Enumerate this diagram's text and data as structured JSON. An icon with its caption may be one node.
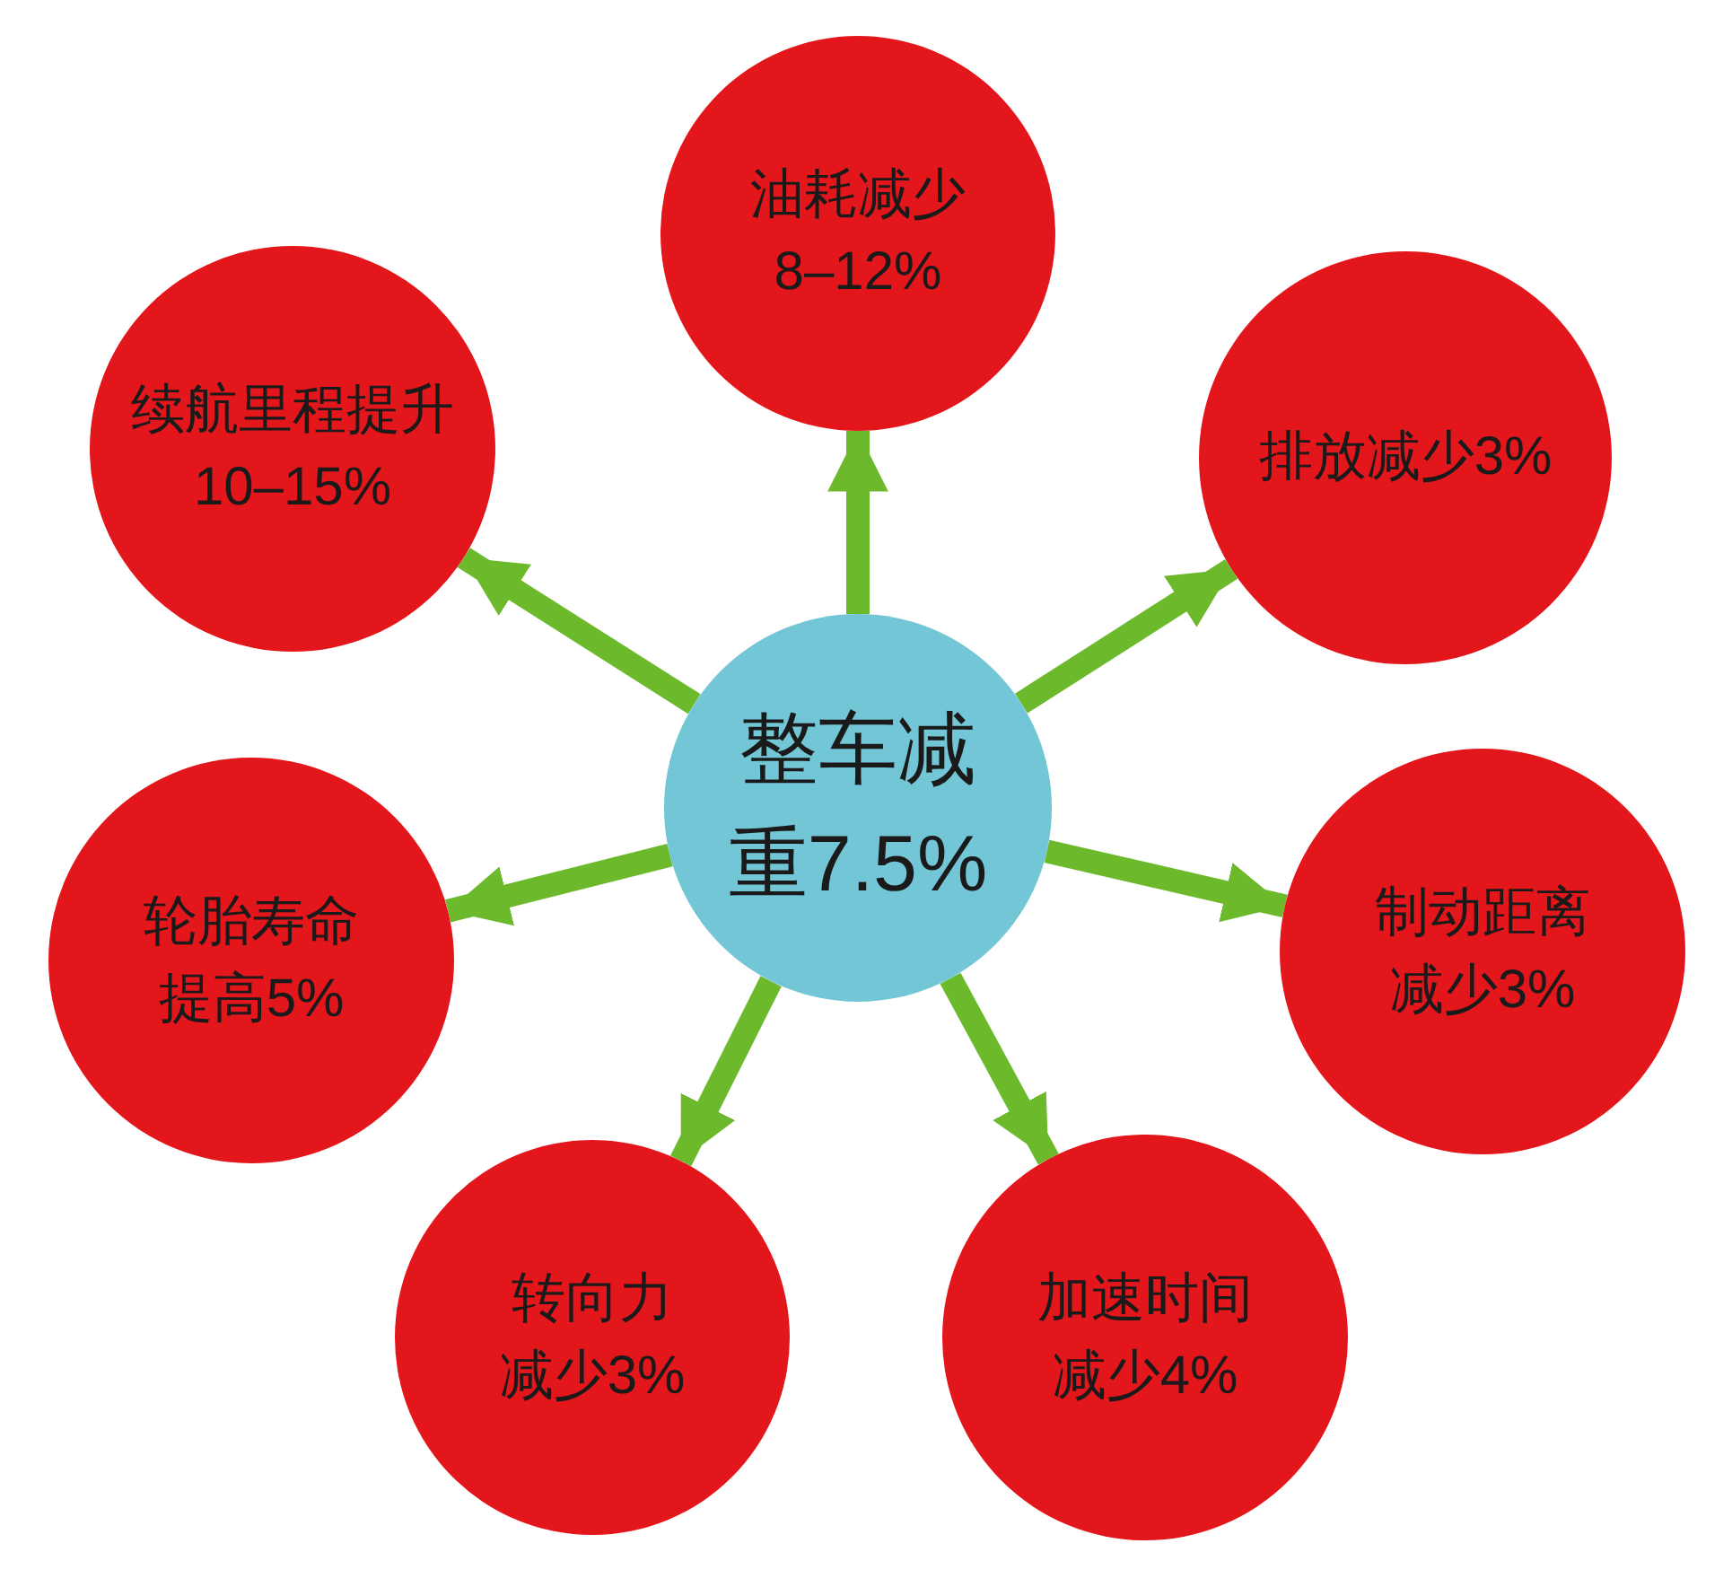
{
  "diagram": {
    "nodes": [
      {
        "text": [
          "整车减重7.5%"
        ]
      },
      {
        "text": [
          "油耗减少8–12%"
        ]
      },
      {
        "text": [
          "排放减少3%"
        ]
      },
      {
        "text": [
          "制动距离减少3%"
        ]
      },
      {
        "text": [
          "加速时间减少4%"
        ]
      },
      {
        "text": [
          "转向力减少3%"
        ]
      },
      {
        "text": [
          "轮胎寿命提高5%"
        ]
      },
      {
        "text": [
          "续航里程提升10–15%"
        ]
      }
    ],
    "edges": [
      {
        "from": 0,
        "to": 1,
        "arrow": "to"
      },
      {
        "from": 0,
        "to": 2,
        "arrow": "to"
      },
      {
        "from": 0,
        "to": 3,
        "arrow": "to"
      },
      {
        "from": 0,
        "to": 4,
        "arrow": "to"
      },
      {
        "from": 0,
        "to": 5,
        "arrow": "to"
      },
      {
        "from": 0,
        "to": 6,
        "arrow": "to"
      },
      {
        "from": 0,
        "to": 7,
        "arrow": "to"
      }
    ]
  }
}
